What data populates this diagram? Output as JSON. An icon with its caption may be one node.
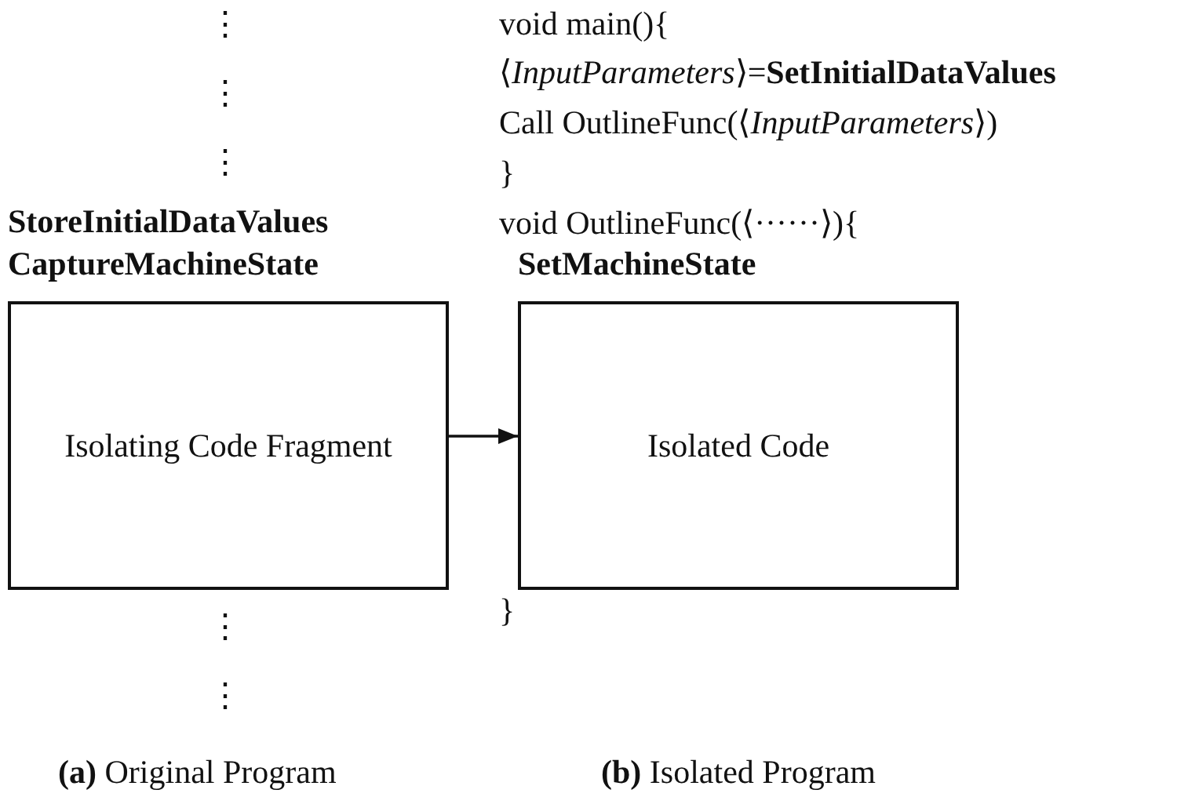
{
  "diagram": {
    "nodes": [
      {
        "text": [
          "Isolating Code Fragment"
        ],
        "beside": [
          "StoreInitialDataValues",
          "CaptureMachineState"
        ]
      },
      {
        "text": [
          "Isolated Code"
        ],
        "beside": [
          "SetMachineState"
        ]
      }
    ],
    "edges": [
      {
        "from": 0,
        "to": 1,
        "arrow": "to"
      }
    ],
    "labels": [
      "⋮",
      "void main(){",
      "⋮",
      "⟨*InputParameters*⟩=**SetInitialDataValues**",
      "Call OutlineFunc(⟨*InputParameters*⟩)",
      "⋮",
      "}",
      "void OutlineFunc(⟨······⟩){",
      "}",
      "⋮",
      "⋮",
      "**(a)** Original Program",
      "**(b)** Isolated Program"
    ]
  }
}
